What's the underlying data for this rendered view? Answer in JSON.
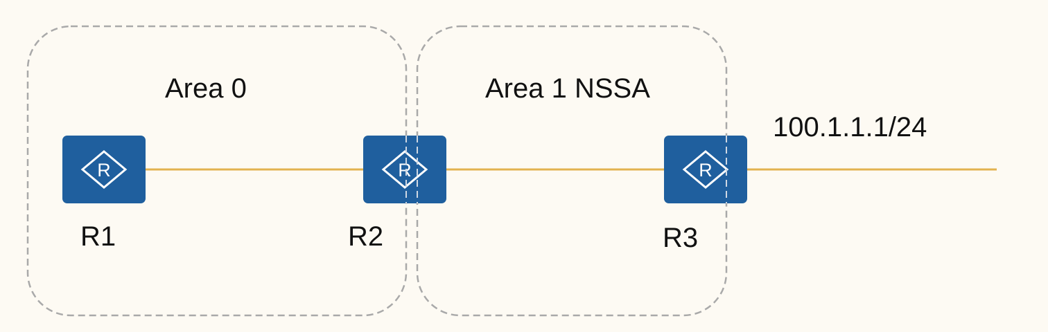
{
  "areas": [
    {
      "label": "Area 0"
    },
    {
      "label": "Area 1 NSSA"
    }
  ],
  "routers": [
    {
      "name": "R1",
      "icon": "router-icon",
      "glyph": "R"
    },
    {
      "name": "R2",
      "icon": "router-icon",
      "glyph": "R"
    },
    {
      "name": "R3",
      "icon": "router-icon",
      "glyph": "R"
    }
  ],
  "external_network": {
    "label": "100.1.1.1/24"
  },
  "colors": {
    "router": "#1f5f9e",
    "link": "#e2b24f",
    "area_border": "#a9a9a9",
    "background": "#fdfaf3"
  }
}
